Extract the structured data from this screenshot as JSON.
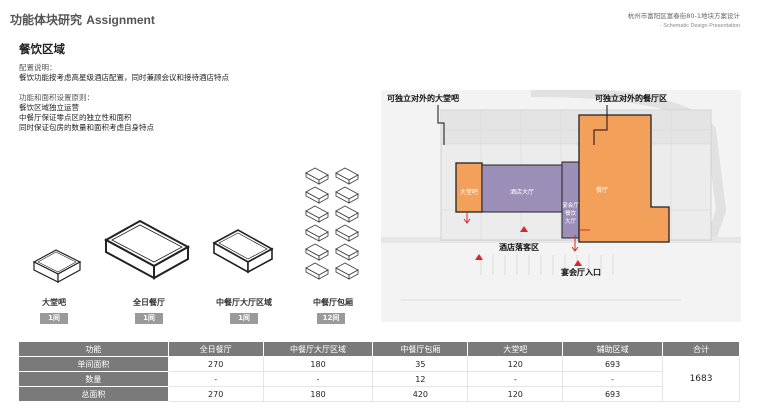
{
  "header": {
    "title_cn": "功能体块研究",
    "title_en": "Assignment",
    "project_cn": "杭州市富阳区富春街80-1地块方案设计",
    "project_en": "- Schematic Design Presentation"
  },
  "section": {
    "title": "餐饮区域",
    "config_label": "配置说明：",
    "config_text": "餐饮功能按考虑高星级酒店配置，同时兼顾会议和接待酒店特点",
    "principle_label": "功能和面积设置原则：",
    "principle_lines": [
      "餐饮区域独立运营",
      "中餐厅保证零点区的独立性和面积",
      "同时保证包房的数量和面积考虑自身特点"
    ]
  },
  "modules": [
    {
      "label": "大堂吧",
      "badge": "1间"
    },
    {
      "label": "全日餐厅",
      "badge": "1间"
    },
    {
      "label": "中餐厅大厅区域",
      "badge": "1间"
    },
    {
      "label": "中餐厅包厢",
      "badge": "12间"
    }
  ],
  "plan": {
    "callout_left": "可独立对外的大堂吧",
    "callout_right": "可独立对外的餐厅区",
    "room_lobby_bar": "大堂吧",
    "room_hotel_lobby": "酒店大厅",
    "room_banquet": [
      "宴会厅",
      "餐饮",
      "大厅"
    ],
    "room_restaurant": "餐厅",
    "dropoff_label": "酒店落客区",
    "banquet_entry_label": "宴会厅入口",
    "colors": {
      "orange": "#f2a05a",
      "purple": "#9b8fb8",
      "red": "#d9262c"
    }
  },
  "table": {
    "headers": [
      "功能",
      "全日餐厅",
      "中餐厅大厅区域",
      "中餐厅包厢",
      "大堂吧",
      "辅助区域",
      "合计"
    ],
    "rows": [
      {
        "name": "单间面积",
        "cells": [
          "270",
          "180",
          "35",
          "120",
          "693"
        ]
      },
      {
        "name": "数量",
        "cells": [
          "-",
          "-",
          "12",
          "-",
          "-"
        ]
      },
      {
        "name": "总面积",
        "cells": [
          "270",
          "180",
          "420",
          "120",
          "693"
        ]
      }
    ],
    "total": "1683"
  }
}
